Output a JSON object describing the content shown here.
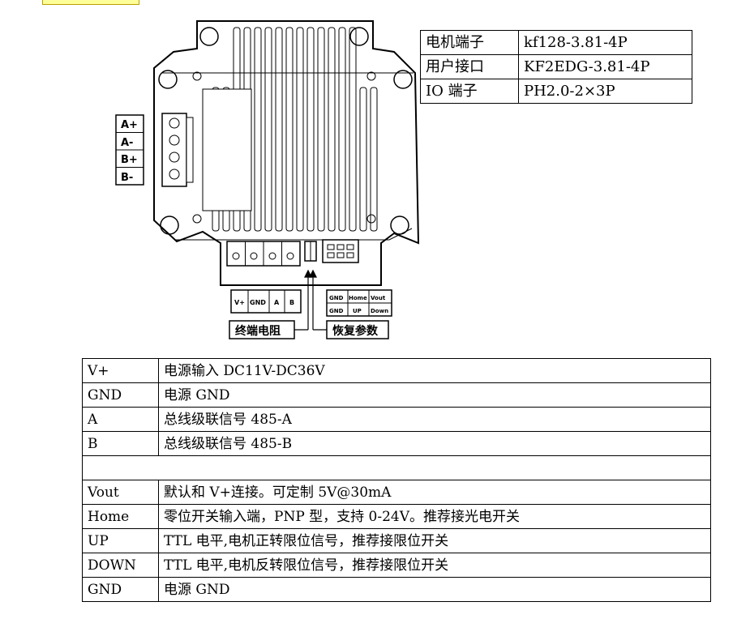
{
  "spec_table": [
    {
      "label": "电机端子",
      "value": "kf128-3.81-4P"
    },
    {
      "label": "用户接口",
      "value": "KF2EDG-3.81-4P"
    },
    {
      "label": "IO 端子",
      "value": "PH2.0-2×3P"
    }
  ],
  "motor_terminal_labels": [
    "A+",
    "A-",
    "B+",
    "B-"
  ],
  "user_port_labels": [
    "V+",
    "GND",
    "A",
    "B"
  ],
  "io_labels_top": [
    "GND",
    "Home",
    "Vout"
  ],
  "io_labels_bottom": [
    "GND",
    "UP",
    "Down"
  ],
  "termination_label": "终端电阻",
  "restore_label": "恢复参数",
  "pin_table": [
    {
      "pin": "V+",
      "desc": "电源输入 DC11V-DC36V"
    },
    {
      "pin": "GND",
      "desc": "电源 GND"
    },
    {
      "pin": "A",
      "desc": "总线级联信号 485-A"
    },
    {
      "pin": "B",
      "desc": "总线级联信号 485-B"
    },
    {
      "pin": "",
      "desc": ""
    },
    {
      "pin": "Vout",
      "desc": "默认和 V+连接。可定制 5V@30mA"
    },
    {
      "pin": "Home",
      "desc": "零位开关输入端，PNP 型，支持 0-24V。推荐接光电开关"
    },
    {
      "pin": "UP",
      "desc": "TTL 电平,电机正转限位信号，推荐接限位开关"
    },
    {
      "pin": "DOWN",
      "desc": "TTL 电平,电机反转限位信号，推荐接限位开关"
    },
    {
      "pin": "GND",
      "desc": "电源 GND"
    }
  ]
}
